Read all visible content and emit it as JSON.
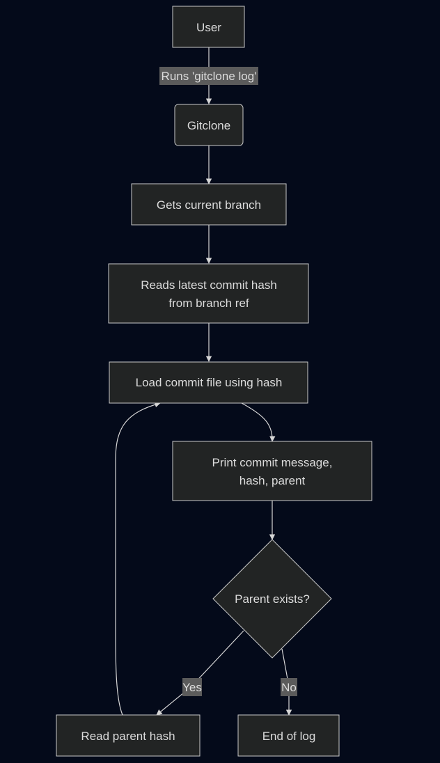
{
  "nodes": {
    "user": "User",
    "gitclone": "Gitclone",
    "get_branch": "Gets current branch",
    "read_hash_line1": "Reads latest commit hash",
    "read_hash_line2": "from branch ref",
    "load_commit": "Load commit file using hash",
    "print_line1": "Print commit message,",
    "print_line2": "hash, parent",
    "parent_exists": "Parent exists?",
    "read_parent": "Read parent hash",
    "end_of_log": "End of log"
  },
  "edges": {
    "runs_log": "Runs 'gitclone log'",
    "yes": "Yes",
    "no": "No"
  },
  "colors": {
    "background": "#040a1a",
    "node_fill": "#222424",
    "node_stroke": "#c9c9c9",
    "label_bg": "#5b5b5b",
    "text": "#dcdcdc"
  }
}
